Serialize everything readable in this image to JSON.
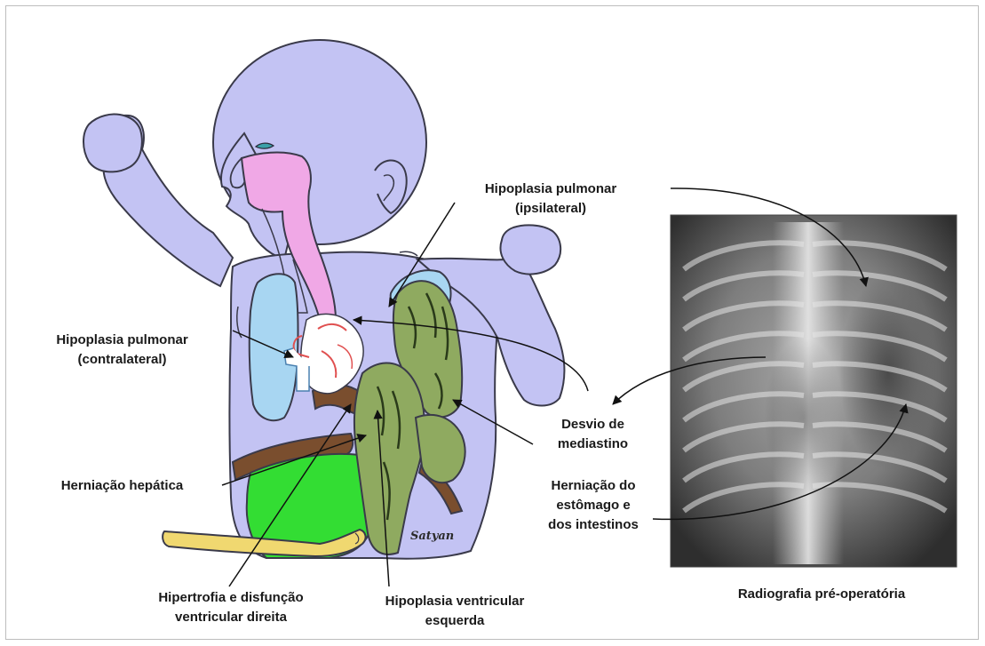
{
  "labels": {
    "ipsi": [
      "Hipoplasia pulmonar",
      "(ipsilateral)"
    ],
    "contra": [
      "Hipoplasia pulmonar",
      "(contralateral)"
    ],
    "mediastino": [
      "Desvio de",
      "mediastino"
    ],
    "hepatica": [
      "Herniação hepática"
    ],
    "estomago": [
      "Herniação do",
      "estômago e",
      "dos intestinos"
    ],
    "rv": [
      "Hipertrofia e disfunção",
      "ventricular direita"
    ],
    "lv": [
      "Hipoplasia ventricular",
      "esquerda"
    ]
  },
  "signature": "Satyan",
  "xray_caption": "Radiografia pré-operatória",
  "colors": {
    "body": "#c3c3f3",
    "outline": "#3a3a4a",
    "airway": "#f0a8e6",
    "lung": "#a8d6f2",
    "liver": "#33dd33",
    "bowel": "#8faa60",
    "diaphragm": "#7a4e2e",
    "cord": "#f0d870"
  }
}
